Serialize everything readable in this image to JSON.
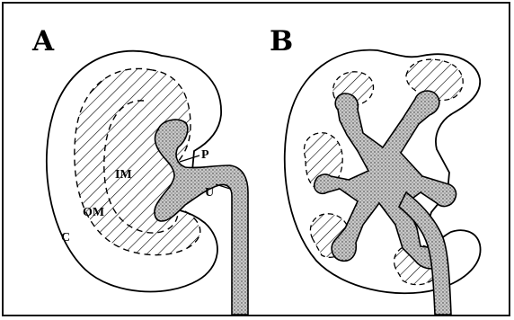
{
  "figure": {
    "panel_a": {
      "letter": "A",
      "labels": {
        "inner_medulla": "IM",
        "outer_medulla": "OM",
        "cortex": "C",
        "pelvis": "P",
        "ureter": "U"
      }
    },
    "panel_b": {
      "letter": "B"
    }
  },
  "colors": {
    "ink": "#000000",
    "background": "#ffffff",
    "stipple_fill": "#bdbdbd"
  }
}
